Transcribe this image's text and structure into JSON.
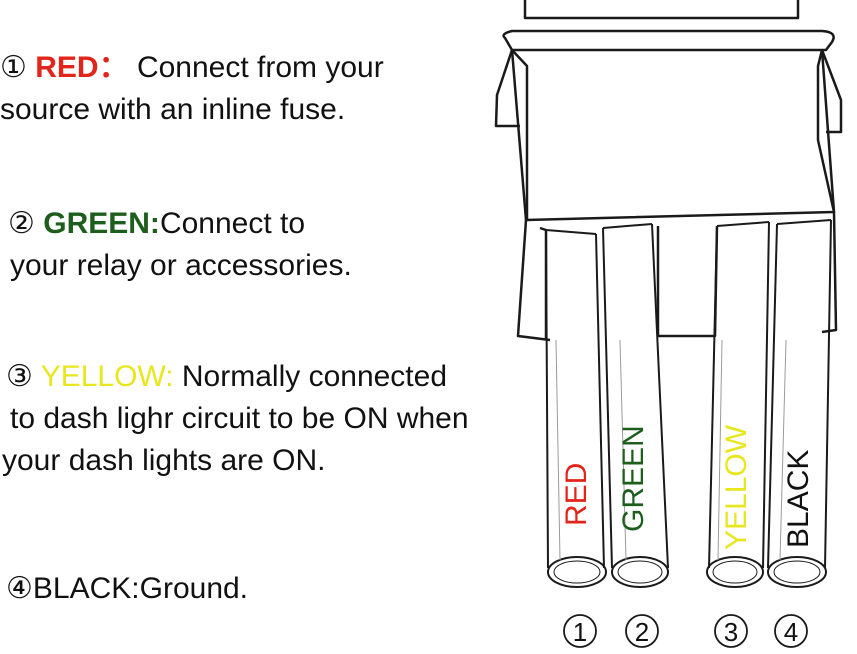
{
  "instructions": [
    {
      "marker": "①",
      "color_name": "RED",
      "separator": "：",
      "line1_rest": "Connect from your",
      "line2": "source with an inline fuse."
    },
    {
      "marker": "②",
      "color_name": "GREEN:",
      "line1_rest": "Connect to",
      "line2": "your relay or accessories."
    },
    {
      "marker": "③",
      "color_name": "YELLOW:",
      "line1_rest": "Normally connected",
      "line2": "to dash lighr circuit to be ON when",
      "line3": "your dash lights are ON."
    },
    {
      "marker": "④",
      "text": "BLACK:Ground."
    }
  ],
  "wires": [
    {
      "label": "RED",
      "number": "1",
      "color": "#e3241b"
    },
    {
      "label": "GREEN",
      "number": "2",
      "color": "#1d5e1d"
    },
    {
      "label": "YELLOW",
      "number": "3",
      "color": "#e8e61e"
    },
    {
      "label": "BLACK",
      "number": "4",
      "color": "#111111"
    }
  ],
  "colors": {
    "outline": "#1a1a1a",
    "text": "#111111",
    "background": "#ffffff"
  }
}
